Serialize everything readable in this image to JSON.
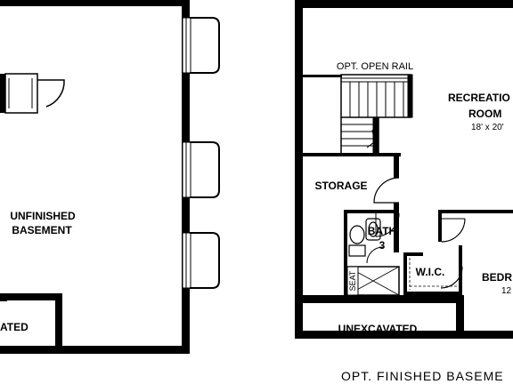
{
  "colors": {
    "wall": "#000000",
    "line": "#000000",
    "background": "#ffffff"
  },
  "left_plan": {
    "room_label_line1": "UNFINISHED",
    "room_label_line2": "BASEMENT",
    "corner_label": "ATED"
  },
  "right_plan": {
    "rail_label": "OPT. OPEN RAIL",
    "recreation_line1": "RECREATIO",
    "recreation_line2": "ROOM",
    "recreation_dims": "18' x 20'",
    "storage_label": "STORAGE",
    "bath_line1": "BATH",
    "bath_line2": "3",
    "seat_label": "SEAT",
    "wic_label": "W.I.C.",
    "bedroom_label": "BEDR",
    "bedroom_dims": "12",
    "unexcavated_label": "UNEXCAVATED"
  },
  "caption": "OPT. FINISHED BASEME"
}
